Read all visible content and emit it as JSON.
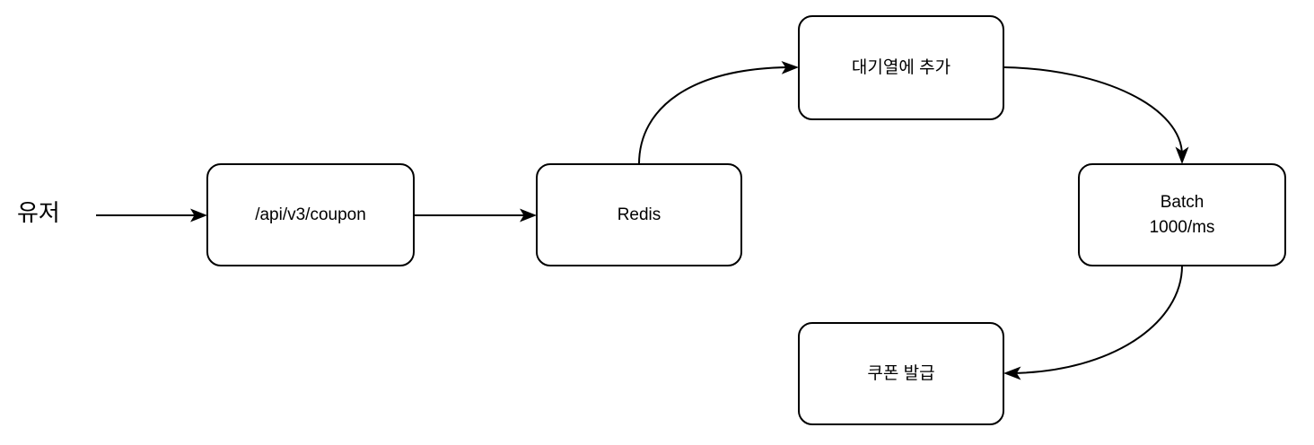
{
  "diagram": {
    "title": "coupon issuing flow",
    "background_color": "#ffffff",
    "stroke_color": "#000000",
    "text_color": "#000000",
    "nodes": [
      {
        "id": "api",
        "label": "/api/v3/coupon",
        "shape": "rounded-rectangle"
      },
      {
        "id": "redis",
        "label": "Redis",
        "shape": "rounded-rectangle"
      },
      {
        "id": "queue",
        "label": "대기열에 추가",
        "shape": "rounded-rectangle"
      },
      {
        "id": "batch",
        "label": "Batch\n1000/ms",
        "shape": "rounded-rectangle"
      },
      {
        "id": "issue",
        "label": "쿠폰 발급",
        "shape": "rounded-rectangle"
      }
    ],
    "free_labels": [
      {
        "id": "user",
        "text": "유저"
      }
    ],
    "edges": [
      {
        "from": "user",
        "to": "api",
        "style": "straight",
        "label": ""
      },
      {
        "from": "api",
        "to": "redis",
        "style": "straight",
        "label": ""
      },
      {
        "from": "redis",
        "to": "queue",
        "style": "curved",
        "label": ""
      },
      {
        "from": "queue",
        "to": "batch",
        "style": "curved",
        "label": ""
      },
      {
        "from": "batch",
        "to": "issue",
        "style": "curved",
        "label": ""
      }
    ]
  }
}
